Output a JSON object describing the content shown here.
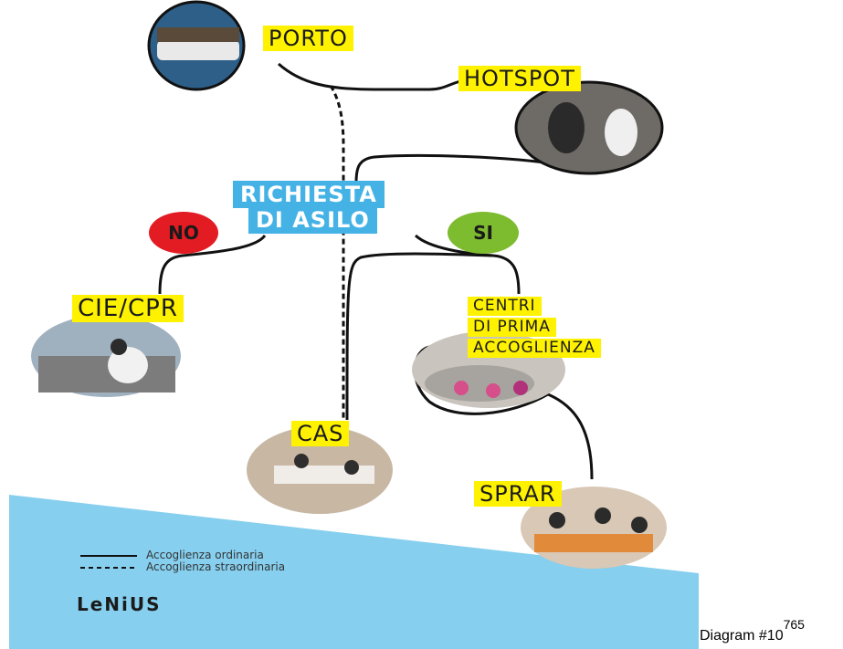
{
  "colors": {
    "yellow": "#fff200",
    "blue": "#45b2e6",
    "red": "#e31b23",
    "green": "#7dbb2f",
    "sky_bg": "#86cfee",
    "line": "#111111"
  },
  "nodes": {
    "porto": "PORTO",
    "hotspot": "HOTSPOT",
    "richiesta_line1": "RICHIESTA",
    "richiesta_line2": "DI ASILO",
    "no": "NO",
    "si": "SI",
    "cie_cpr": "CIE/CPR",
    "centri_line1": "CENTRI",
    "centri_line2": "DI PRIMA",
    "centri_line3": "ACCOGLIENZA",
    "cas": "CAS",
    "sprar": "SPRAR"
  },
  "photos": {
    "porto": "boat-crowded-with-migrants-photo",
    "hotspot": "hotspot-registration-photo",
    "cie_cpr": "man-sitting-on-ground-photo",
    "centri": "group-seated-in-hall-photo",
    "cas": "classroom-photo",
    "sprar": "group-at-table-photo"
  },
  "legend": {
    "solid": "Accoglienza ordinaria",
    "dashed": "Accoglienza straordinaria"
  },
  "brand": "LeNiUS",
  "caption": {
    "text": "Diagram #10",
    "superscript": "765"
  }
}
